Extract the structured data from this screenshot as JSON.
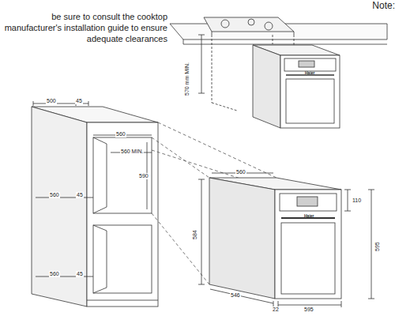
{
  "diagram": {
    "labels": [
      "Note:",
      "be sure to consult the cooktop manufacturer's installation guide to ensure adequate clearances",
      "570 mm MIN.",
      "500",
      "45",
      "560",
      "560 MIN.",
      "590",
      "560",
      "45",
      "560",
      "45",
      "Haier",
      "560",
      "584",
      "110",
      "595",
      "546",
      "22",
      "595",
      "Haier"
    ]
  }
}
